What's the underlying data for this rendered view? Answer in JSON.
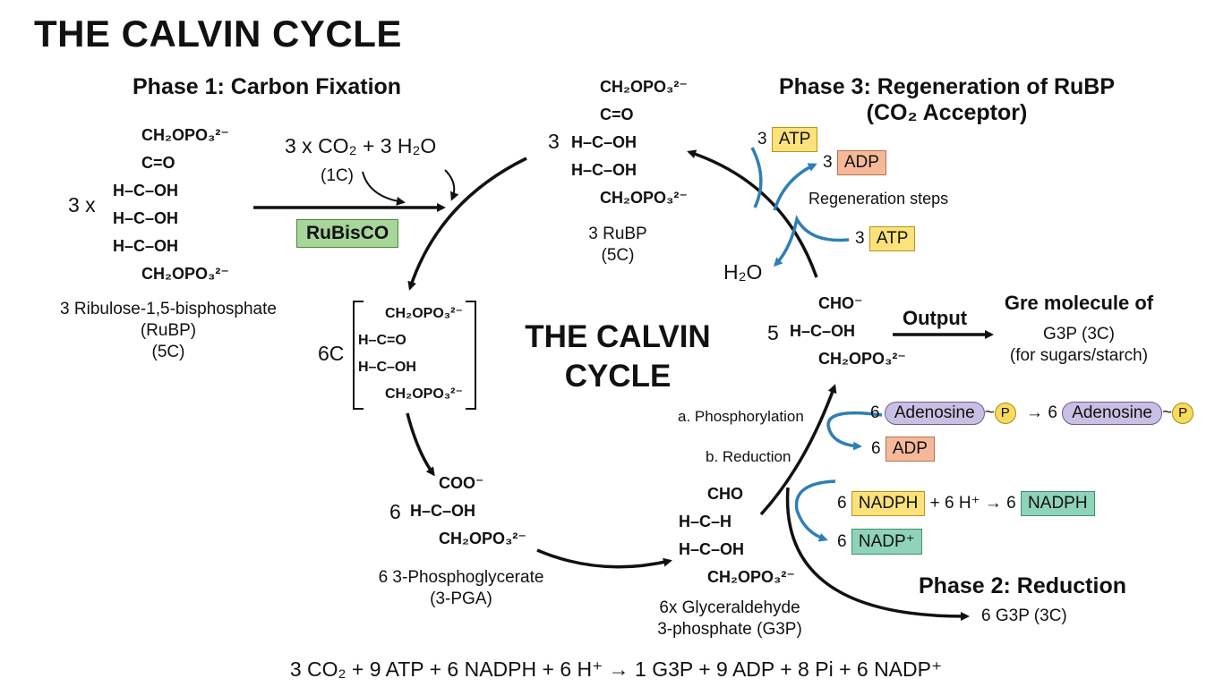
{
  "title": "THE CALVIN CYCLE",
  "center_title": [
    "THE CALVIN",
    "CYCLE"
  ],
  "phase1": {
    "heading": "Phase 1: Carbon Fixation",
    "coef": "3 x",
    "structure": [
      "CH₂OPO₃²⁻",
      "C=O",
      "H–C–OH",
      "H–C–OH",
      "H–C–OH",
      "CH₂OPO₃²⁻"
    ],
    "caption": [
      "3 Ribulose-1,5-bisphosphate",
      "(RuBP)",
      "(5C)"
    ],
    "reactants": "3 x CO₂ + 3 H₂O",
    "reactants_note": "(1C)",
    "enzyme": "RuBisCO"
  },
  "intermediate": {
    "label": "6C",
    "structure": [
      "CH₂OPO₃²⁻",
      "H–C=O",
      "H–C–OH",
      "CH₂OPO₃²⁻"
    ]
  },
  "pga": {
    "coef": "6",
    "structure": [
      "COO⁻",
      "H–C–OH",
      "CH₂OPO₃²⁻"
    ],
    "caption": [
      "6 3-Phosphoglycerate",
      "(3-PGA)"
    ]
  },
  "g3p": {
    "structure": [
      "CHO",
      "H–C–H",
      "H–C–OH",
      "CH₂OPO₃²⁻"
    ],
    "caption": [
      "6x Glyceraldehyde",
      "3-phosphate (G3P)"
    ]
  },
  "rubp_top": {
    "coef": "3",
    "structure": [
      "CH₂OPO₃²⁻",
      "C=O",
      "H–C–OH",
      "H–C–OH",
      "CH₂OPO₃²⁻"
    ],
    "caption": [
      "3 RuBP",
      "(5C)"
    ]
  },
  "phase3": {
    "heading": [
      "Phase 3: Regeneration of RuBP",
      "(CO₂ Acceptor)"
    ],
    "atp1_coef": "3",
    "atp1": "ATP",
    "adp_coef": "3",
    "adp": "ADP",
    "steps": "Regeneration steps",
    "atp2_coef": "3",
    "atp2": "ATP",
    "water": "H₂O"
  },
  "g3p5": {
    "coef": "5",
    "structure": [
      "CHO⁻",
      "H–C–OH",
      "CH₂OPO₃²⁻"
    ]
  },
  "output": {
    "label": "Output",
    "heading": "Gre molecule of",
    "detail": [
      "G3P (3C)",
      "(for sugars/starch)"
    ]
  },
  "phase2": {
    "heading": "Phase 2: Reduction",
    "step_a": "a. Phosphorylation",
    "step_b": "b. Reduction",
    "aden1_coef": "6",
    "aden1": "Adenosine",
    "tilde": "~",
    "p": "P",
    "arrow": "→ 6",
    "aden2": "Adenosine",
    "adp_coef": "6",
    "adp": "ADP",
    "nadph_coef": "6",
    "nadph": "NADPH",
    "plus_h": "+ 6 H⁺ → 6",
    "nadph2": "NADPH",
    "nadp_coef": "6",
    "nadp": "NADP⁺",
    "output_g3p": "6 G3P (3C)"
  },
  "equation": "3 CO₂ + 9 ATP + 6 NADPH + 6 H⁺ → 1 G3P + 9 ADP + 8 Pi + 6 NADP⁺",
  "colors": {
    "arrow_black": "#111111",
    "arrow_blue": "#2f7fb5"
  }
}
